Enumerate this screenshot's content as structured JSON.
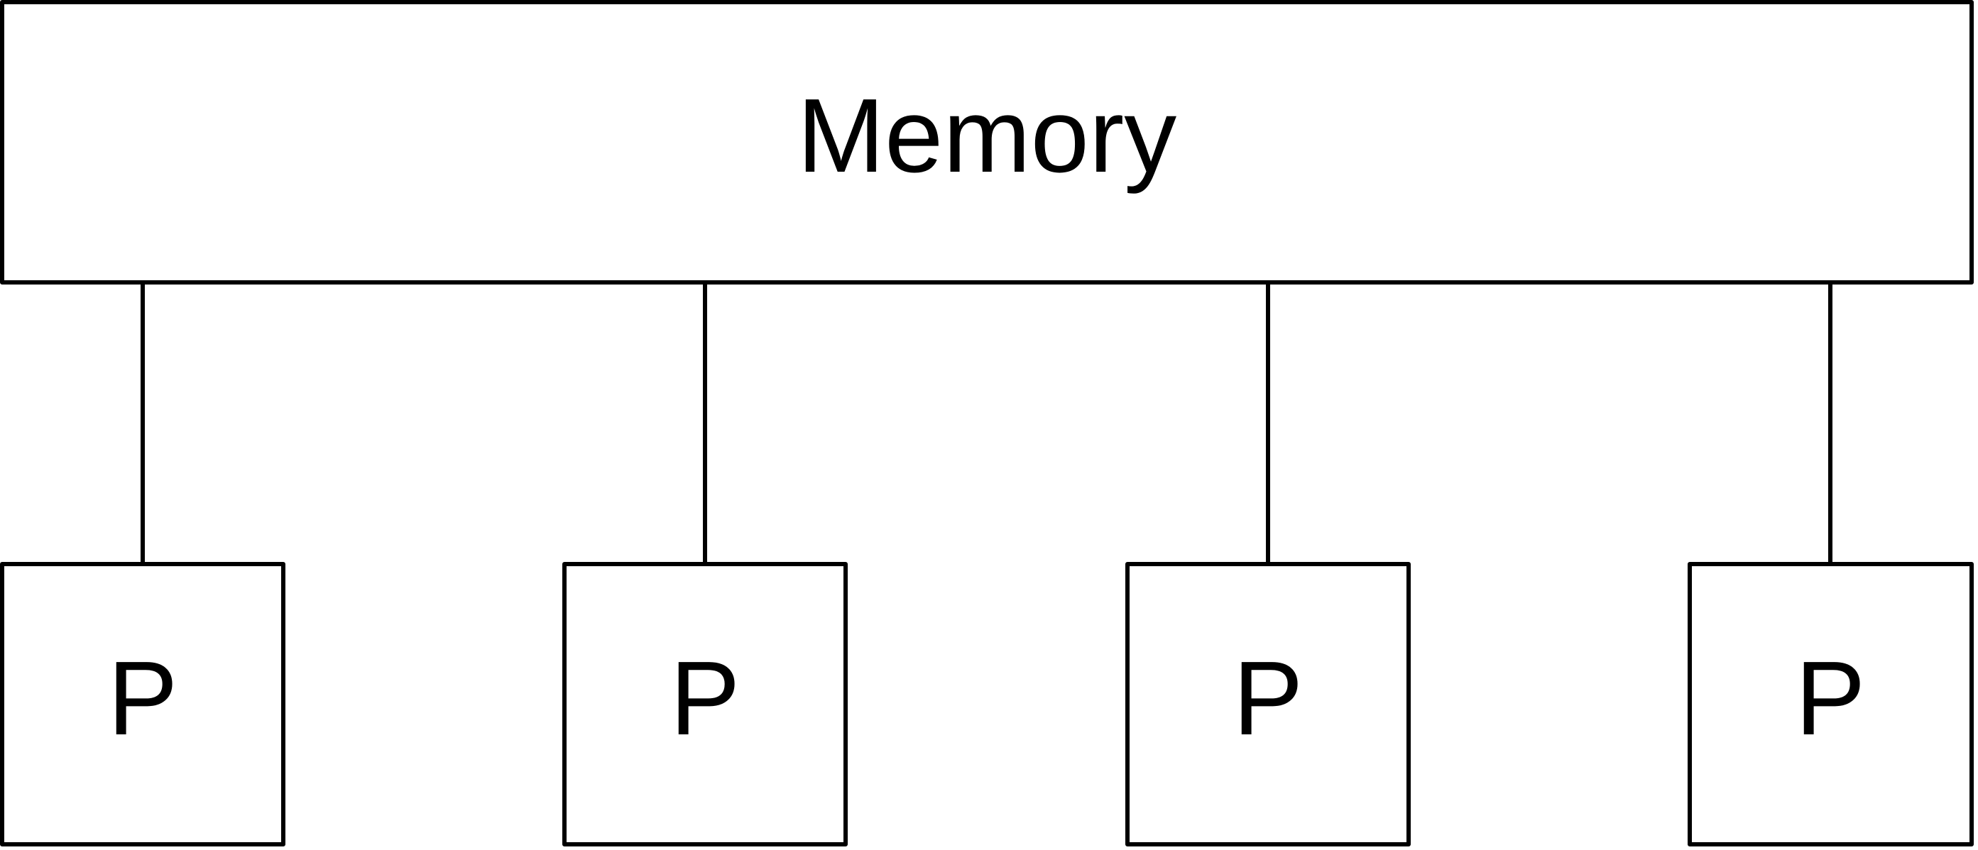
{
  "memory": {
    "label": "Memory"
  },
  "processors": [
    {
      "label": "P"
    },
    {
      "label": "P"
    },
    {
      "label": "P"
    },
    {
      "label": "P"
    }
  ],
  "colors": {
    "stroke": "#000000",
    "background": "#ffffff"
  }
}
